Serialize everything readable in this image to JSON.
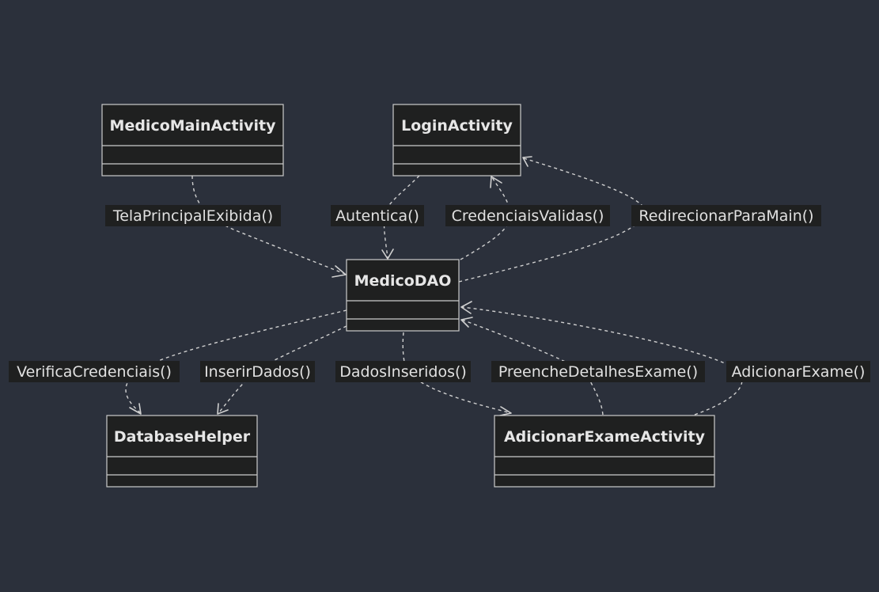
{
  "classes": {
    "medico_main_activity": "MedicoMainActivity",
    "login_activity": "LoginActivity",
    "medico_dao": "MedicoDAO",
    "database_helper": "DatabaseHelper",
    "adicionar_exame_activity": "AdicionarExameActivity"
  },
  "relations": {
    "tela_principal_exibida": "TelaPrincipalExibida()",
    "autentica": "Autentica()",
    "credenciais_validas": "CredenciaisValidas()",
    "redirecionar_para_main": "RedirecionarParaMain()",
    "verifica_credenciais": "VerificaCredenciais()",
    "inserir_dados": "InserirDados()",
    "dados_inseridos": "DadosInseridos()",
    "preenche_detalhes_exame": "PreencheDetalhesExame()",
    "adicionar_exame": "AdicionarExame()"
  },
  "colors": {
    "background": "#2b303b",
    "box_fill": "#1f2020",
    "box_stroke": "#cccccc",
    "edge": "#d0d0d0",
    "text": "#e6e6e6"
  }
}
